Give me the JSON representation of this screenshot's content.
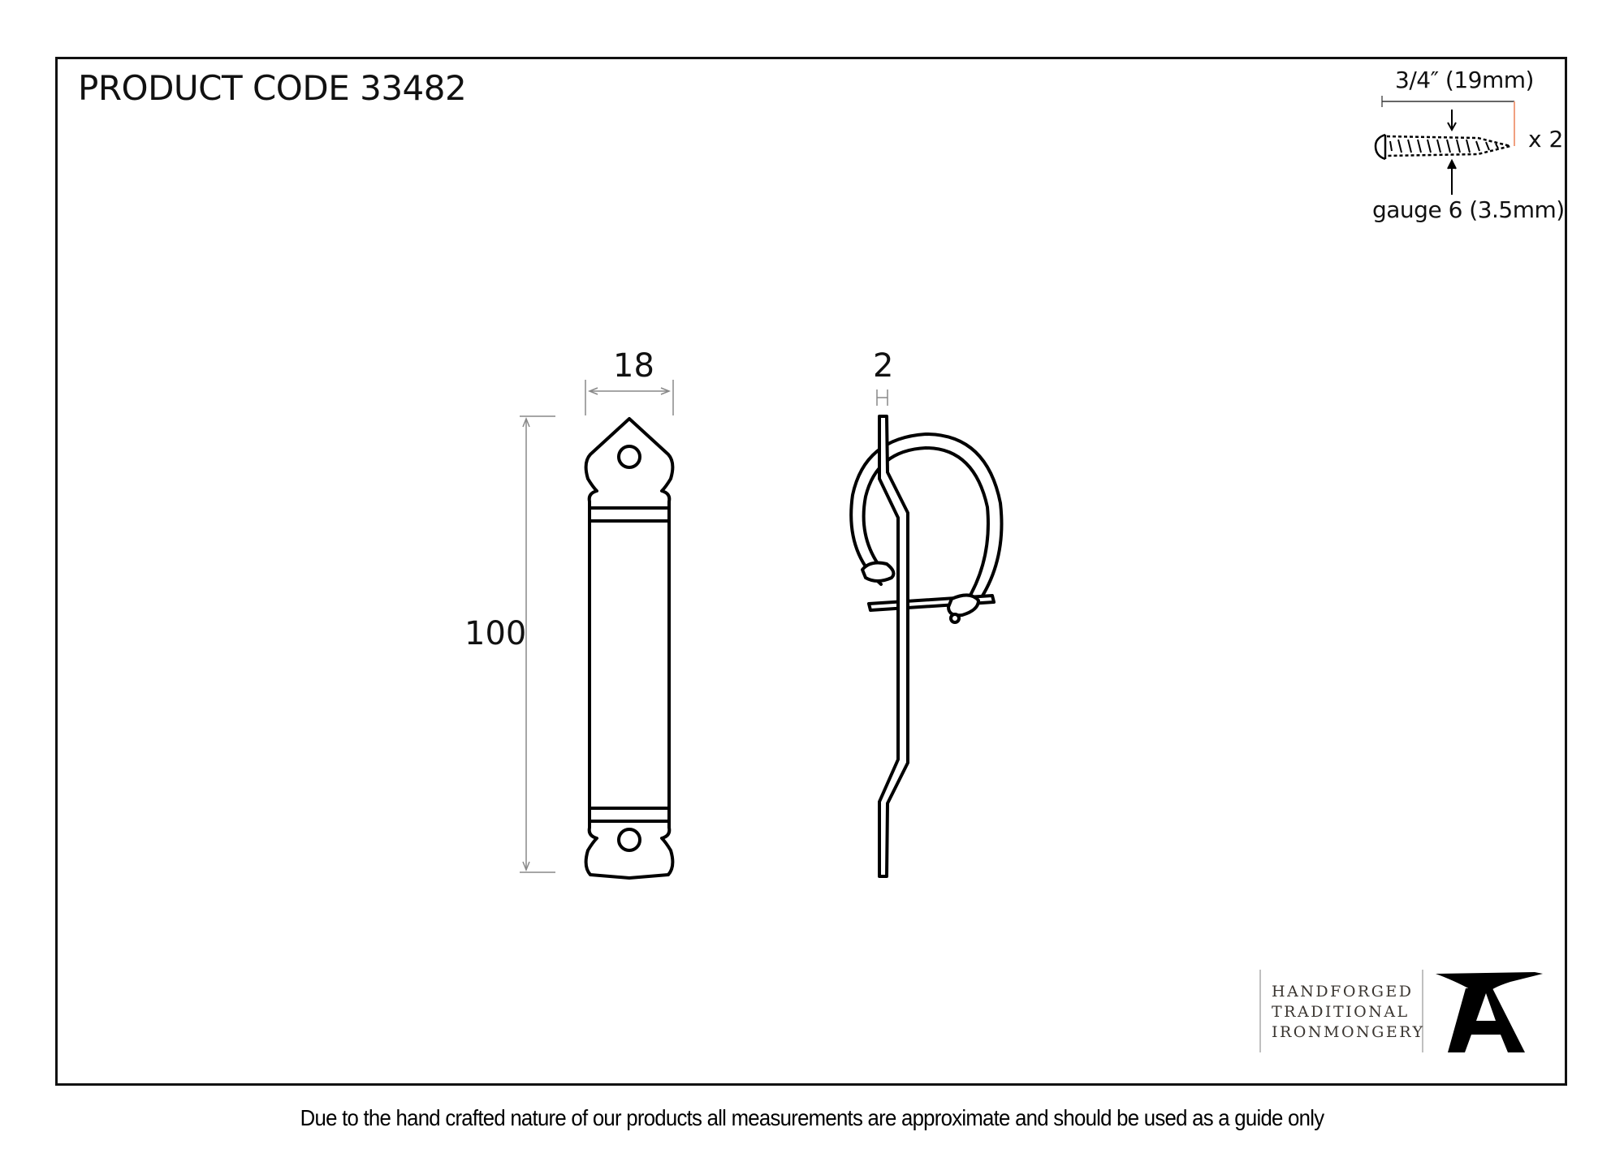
{
  "header": {
    "product_code_label": "PRODUCT CODE 33482"
  },
  "screw_spec": {
    "length_label": "3/4″ (19mm)",
    "quantity_label": "x 2",
    "gauge_label": "gauge 6 (3.5mm)",
    "icon": "screw-icon",
    "accent_color": "#f0a080"
  },
  "front_view": {
    "width_label": "18",
    "height_label": "100",
    "icon": "strap-plate-front-icon"
  },
  "side_view": {
    "thickness_label": "2",
    "icon": "pin-latch-side-icon"
  },
  "logo": {
    "lines": [
      "HANDFORGED",
      "TRADITIONAL",
      "IRONMONGERY"
    ],
    "icon": "anvil-icon"
  },
  "footer": {
    "disclaimer": "Due to the hand crafted nature of our products all measurements are approximate and should be used as a guide only"
  }
}
